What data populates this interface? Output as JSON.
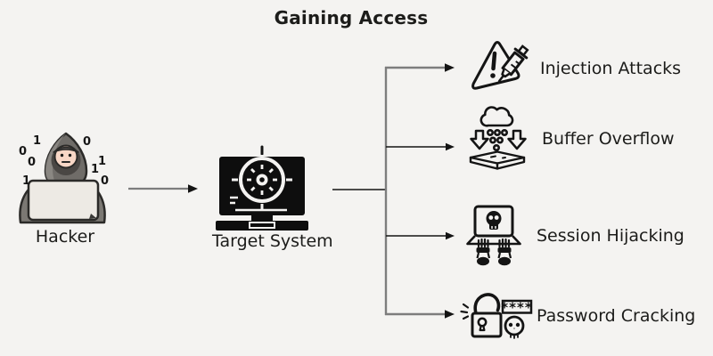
{
  "title": "Gaining Access",
  "hacker": {
    "label": "Hacker",
    "digits": [
      "1",
      "0",
      "0",
      "1",
      "0",
      "1",
      "1",
      "0"
    ]
  },
  "target": {
    "label": "Target System"
  },
  "attacks": [
    {
      "label": "Injection Attacks"
    },
    {
      "label": "Buffer Overflow"
    },
    {
      "label": "Session Hijacking"
    },
    {
      "label": "Password Cracking",
      "mask": "****"
    }
  ],
  "icons": {
    "hacker": "hooded-hacker-laptop-icon",
    "target": "crosshair-monitor-icon",
    "attack_icons": [
      "warning-triangle-syringe-icon",
      "overflow-cloud-arrows-icon",
      "skull-laptop-hands-icon",
      "cracked-padlock-skull-icon"
    ]
  },
  "colors": {
    "background": "#f4f3f1",
    "text": "#1c1c1a",
    "connector_gray": "#7d7d7d",
    "connector_black": "#141414",
    "icon_stroke": "#141414",
    "hood": "#6f6c68",
    "hood_shadow": "#545150",
    "face": "#f8d7c6",
    "laptop": "#edeae4",
    "body_gray": "#7b7873"
  }
}
